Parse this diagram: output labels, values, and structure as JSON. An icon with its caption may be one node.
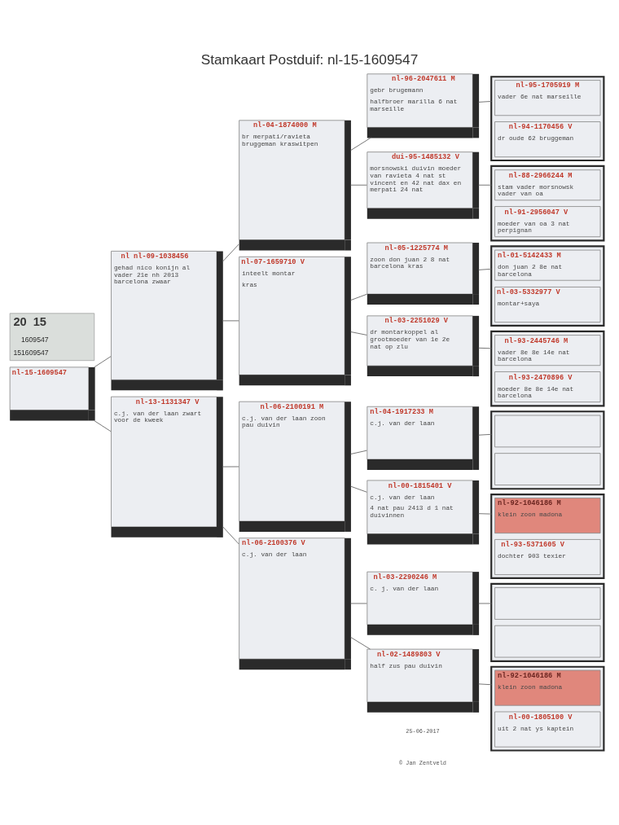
{
  "diagram": {
    "title": "Stamkaart Postduif: nl-15-1609547",
    "nodes": [
      {
        "text": [
          "nl-15-1609547"
        ]
      },
      {
        "text": [
          "20",
          "15",
          "1609547",
          "151609547"
        ]
      },
      {
        "text": [
          "nl nl-09-1038456",
          "gehad nico konijn al vader 21e nh 2013 barcelona zwaar"
        ]
      },
      {
        "text": [
          "nl-13-1131347 V",
          "c.j. van der laan zwart voor de kweek"
        ]
      },
      {
        "text": [
          "nl-04-1874000 M",
          "br merpati/ravieta bruggeman kraswitpen"
        ]
      },
      {
        "text": [
          "nl-07-1659710 V",
          "inteelt montar",
          "kras"
        ]
      },
      {
        "text": [
          "nl-06-2100191 M",
          "c.j. van der laan zoon pau duivin"
        ]
      },
      {
        "text": [
          "nl-06-2100376 V",
          "c.j. van der laan"
        ]
      },
      {
        "text": [
          "nl-96-2047611 M",
          "gebr brugemann",
          "halfbroer marilla 6 nat marseille"
        ]
      },
      {
        "text": [
          "dui-95-1485132 V",
          "morsnowski duivin moeder van ravieta 4 nat st vincent en 42 nat dax en merpati 24 nat"
        ]
      },
      {
        "text": [
          "nl-05-1225774 M",
          "zoon don juan 2 8 nat barcelona kras"
        ]
      },
      {
        "text": [
          "nl-03-2251029 V",
          "dr montarkoppel al grootmoeder van 1e 2e nat op zlu"
        ]
      },
      {
        "text": [
          "nl-04-1917233 M",
          "c.j. van der laan"
        ]
      },
      {
        "text": [
          "nl-00-1815401 V",
          "c.j. van der laan",
          "4 nat pau 2413 d 1 nat duivinnen"
        ]
      },
      {
        "text": [
          "nl-03-2290246 M",
          "c. j. van der laan"
        ]
      },
      {
        "text": [
          "nl-02-1489803 V",
          "half zus pau duivin"
        ]
      },
      {
        "text": [],
        "shape": "box"
      },
      {
        "text": [
          "nl-95-1705919 M",
          "vader 6e nat marseille"
        ],
        "in": 16
      },
      {
        "text": [
          "nl-94-1170456 V",
          "dr oude 62 bruggeman"
        ],
        "in": 16
      },
      {
        "text": [],
        "shape": "box"
      },
      {
        "text": [
          "nl-88-2966244 M",
          "stam vader morsnowsk vader van oa"
        ],
        "in": 19
      },
      {
        "text": [
          "nl-91-2956047 V",
          "moeder van oa 3 nat perpignan"
        ],
        "in": 19
      },
      {
        "text": [],
        "shape": "box"
      },
      {
        "text": [
          "nl-01-5142433 M",
          "don juan 2 8e nat barcelona"
        ],
        "in": 22
      },
      {
        "text": [
          "nl-03-5332977 V",
          "montar+saya"
        ],
        "in": 22
      },
      {
        "text": [],
        "shape": "box"
      },
      {
        "text": [
          "nl-93-2445746 M",
          "vader 8e 8e 14e nat barcelona"
        ],
        "in": 25
      },
      {
        "text": [
          "nl-93-2470896 V",
          "moeder 8e 8e 14e nat barcelona"
        ],
        "in": 25
      },
      {
        "text": [],
        "shape": "box"
      },
      {
        "text": [],
        "shape": "box",
        "in": 28
      },
      {
        "text": [],
        "shape": "box",
        "in": 28
      },
      {
        "text": [],
        "shape": "box"
      },
      {
        "text": [
          "nl-92-1046186 M",
          "klein zoon madona"
        ],
        "in": 31
      },
      {
        "text": [
          "nl-93-5371605 V",
          "dochter 903 texier"
        ],
        "in": 31
      },
      {
        "text": [],
        "shape": "box"
      },
      {
        "text": [],
        "shape": "box",
        "in": 34
      },
      {
        "text": [],
        "shape": "box",
        "in": 34
      },
      {
        "text": [],
        "shape": "box"
      },
      {
        "text": [
          "nl-92-1046186 M",
          "klein zoon madona"
        ],
        "in": 37
      },
      {
        "text": [
          "nl-00-1805100 V",
          "uit 2 nat ys kaptein"
        ],
        "in": 37
      }
    ],
    "edges": [
      {
        "from": 0,
        "to": 2,
        "arrow": "none"
      },
      {
        "from": 0,
        "to": 3,
        "arrow": "none"
      },
      {
        "from": 2,
        "to": 4,
        "arrow": "none"
      },
      {
        "from": 2,
        "to": 5,
        "arrow": "none"
      },
      {
        "from": 3,
        "to": 6,
        "arrow": "none"
      },
      {
        "from": 3,
        "to": 7,
        "arrow": "none"
      },
      {
        "from": 4,
        "to": 8,
        "arrow": "none"
      },
      {
        "from": 4,
        "to": 9,
        "arrow": "none"
      },
      {
        "from": 5,
        "to": 10,
        "arrow": "none"
      },
      {
        "from": 5,
        "to": 11,
        "arrow": "none"
      },
      {
        "from": 6,
        "to": 12,
        "arrow": "none"
      },
      {
        "from": 6,
        "to": 13,
        "arrow": "none"
      },
      {
        "from": 7,
        "to": 14,
        "arrow": "none"
      },
      {
        "from": 7,
        "to": 15,
        "arrow": "none"
      },
      {
        "from": 8,
        "to": 16,
        "arrow": "none"
      },
      {
        "from": 9,
        "to": 19,
        "arrow": "none"
      },
      {
        "from": 10,
        "to": 22,
        "arrow": "none"
      },
      {
        "from": 11,
        "to": 25,
        "arrow": "none"
      },
      {
        "from": 12,
        "to": 28,
        "arrow": "none"
      },
      {
        "from": 13,
        "to": 31,
        "arrow": "none"
      },
      {
        "from": 14,
        "to": 34,
        "arrow": "none"
      },
      {
        "from": 15,
        "to": 37,
        "arrow": "none"
      }
    ],
    "labels": [
      "25-06-2017",
      "© Jan Zentveld"
    ]
  }
}
